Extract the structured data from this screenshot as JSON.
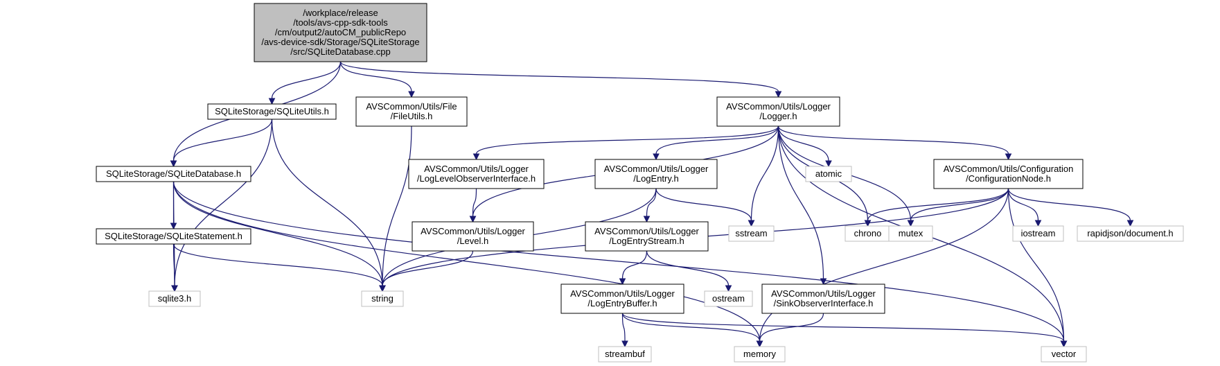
{
  "nodes": [
    {
      "id": "root",
      "kind": "root",
      "lines": [
        "/workplace/release",
        "/tools/avs-cpp-sdk-tools",
        "/cm/output2/autoCM_publicRepo",
        "/avs-device-sdk/Storage/SQLiteStorage",
        "/src/SQLiteDatabase.cpp"
      ]
    },
    {
      "id": "sqliteutils",
      "kind": "file",
      "lines": [
        "SQLiteStorage/SQLiteUtils.h"
      ]
    },
    {
      "id": "fileutils",
      "kind": "file",
      "lines": [
        "AVSCommon/Utils/File",
        "/FileUtils.h"
      ]
    },
    {
      "id": "logger",
      "kind": "file",
      "lines": [
        "AVSCommon/Utils/Logger",
        "/Logger.h"
      ]
    },
    {
      "id": "sqlitedatabase",
      "kind": "file",
      "lines": [
        "SQLiteStorage/SQLiteDatabase.h"
      ]
    },
    {
      "id": "loglevelobs",
      "kind": "file",
      "lines": [
        "AVSCommon/Utils/Logger",
        "/LogLevelObserverInterface.h"
      ]
    },
    {
      "id": "logentry",
      "kind": "file",
      "lines": [
        "AVSCommon/Utils/Logger",
        "/LogEntry.h"
      ]
    },
    {
      "id": "atomic",
      "kind": "system",
      "lines": [
        "atomic"
      ]
    },
    {
      "id": "confignode",
      "kind": "file",
      "lines": [
        "AVSCommon/Utils/Configuration",
        "/ConfigurationNode.h"
      ]
    },
    {
      "id": "sqlitestatement",
      "kind": "file",
      "lines": [
        "SQLiteStorage/SQLiteStatement.h"
      ]
    },
    {
      "id": "level",
      "kind": "file",
      "lines": [
        "AVSCommon/Utils/Logger",
        "/Level.h"
      ]
    },
    {
      "id": "logentrystream",
      "kind": "file",
      "lines": [
        "AVSCommon/Utils/Logger",
        "/LogEntryStream.h"
      ]
    },
    {
      "id": "sstream",
      "kind": "system",
      "lines": [
        "sstream"
      ]
    },
    {
      "id": "chrono",
      "kind": "system",
      "lines": [
        "chrono"
      ]
    },
    {
      "id": "mutex",
      "kind": "system",
      "lines": [
        "mutex"
      ]
    },
    {
      "id": "iostream",
      "kind": "system",
      "lines": [
        "iostream"
      ]
    },
    {
      "id": "rapidjson",
      "kind": "system",
      "lines": [
        "rapidjson/document.h"
      ]
    },
    {
      "id": "sqlite3",
      "kind": "system",
      "lines": [
        "sqlite3.h"
      ]
    },
    {
      "id": "string",
      "kind": "system",
      "lines": [
        "string"
      ]
    },
    {
      "id": "logentrybuffer",
      "kind": "file",
      "lines": [
        "AVSCommon/Utils/Logger",
        "/LogEntryBuffer.h"
      ]
    },
    {
      "id": "ostream",
      "kind": "system",
      "lines": [
        "ostream"
      ]
    },
    {
      "id": "sinkobs",
      "kind": "file",
      "lines": [
        "AVSCommon/Utils/Logger",
        "/SinkObserverInterface.h"
      ]
    },
    {
      "id": "streambuf",
      "kind": "system",
      "lines": [
        "streambuf"
      ]
    },
    {
      "id": "memory",
      "kind": "system",
      "lines": [
        "memory"
      ]
    },
    {
      "id": "vector",
      "kind": "system",
      "lines": [
        "vector"
      ]
    }
  ],
  "edges": [
    [
      "root",
      "sqlitedatabase"
    ],
    [
      "root",
      "sqliteutils"
    ],
    [
      "root",
      "fileutils"
    ],
    [
      "root",
      "logger"
    ],
    [
      "sqliteutils",
      "sqlitedatabase"
    ],
    [
      "sqliteutils",
      "sqlite3"
    ],
    [
      "sqliteutils",
      "string"
    ],
    [
      "fileutils",
      "string"
    ],
    [
      "sqlitedatabase",
      "sqlitestatement"
    ],
    [
      "sqlitedatabase",
      "sqlite3"
    ],
    [
      "sqlitedatabase",
      "string"
    ],
    [
      "sqlitedatabase",
      "memory"
    ],
    [
      "sqlitedatabase",
      "vector"
    ],
    [
      "sqlitestatement",
      "sqlite3"
    ],
    [
      "sqlitestatement",
      "string"
    ],
    [
      "logger",
      "loglevelobs"
    ],
    [
      "logger",
      "logentry"
    ],
    [
      "logger",
      "level"
    ],
    [
      "logger",
      "atomic"
    ],
    [
      "logger",
      "sstream"
    ],
    [
      "logger",
      "chrono"
    ],
    [
      "logger",
      "mutex"
    ],
    [
      "logger",
      "confignode"
    ],
    [
      "logger",
      "sinkobs"
    ],
    [
      "logger",
      "vector"
    ],
    [
      "loglevelobs",
      "level"
    ],
    [
      "level",
      "string"
    ],
    [
      "logentry",
      "logentrystream"
    ],
    [
      "logentry",
      "sstream"
    ],
    [
      "logentry",
      "string"
    ],
    [
      "logentrystream",
      "logentrybuffer"
    ],
    [
      "logentrystream",
      "ostream"
    ],
    [
      "logentrybuffer",
      "streambuf"
    ],
    [
      "logentrybuffer",
      "memory"
    ],
    [
      "logentrybuffer",
      "vector"
    ],
    [
      "sinkobs",
      "memory"
    ],
    [
      "confignode",
      "chrono"
    ],
    [
      "confignode",
      "mutex"
    ],
    [
      "confignode",
      "iostream"
    ],
    [
      "confignode",
      "rapidjson"
    ],
    [
      "confignode",
      "string"
    ],
    [
      "confignode",
      "memory"
    ],
    [
      "confignode",
      "vector"
    ]
  ]
}
